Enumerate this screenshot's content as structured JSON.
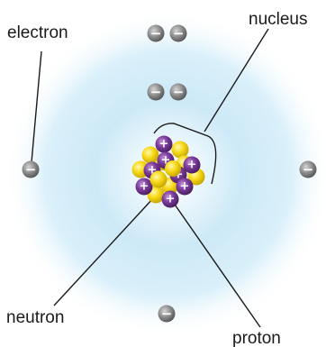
{
  "labels": {
    "electron": "electron",
    "nucleus": "nucleus",
    "neutron": "neutron",
    "proton": "proton"
  },
  "symbols": {
    "electron_charge": "−",
    "proton_charge": "+"
  },
  "colors": {
    "glow_center": "#c8e8f8",
    "glow_edge": "#ffffff",
    "electron": "#8c8c8c",
    "neutron": "#f8d81a",
    "proton": "#7a3a9a",
    "line": "#1a1a1a"
  }
}
